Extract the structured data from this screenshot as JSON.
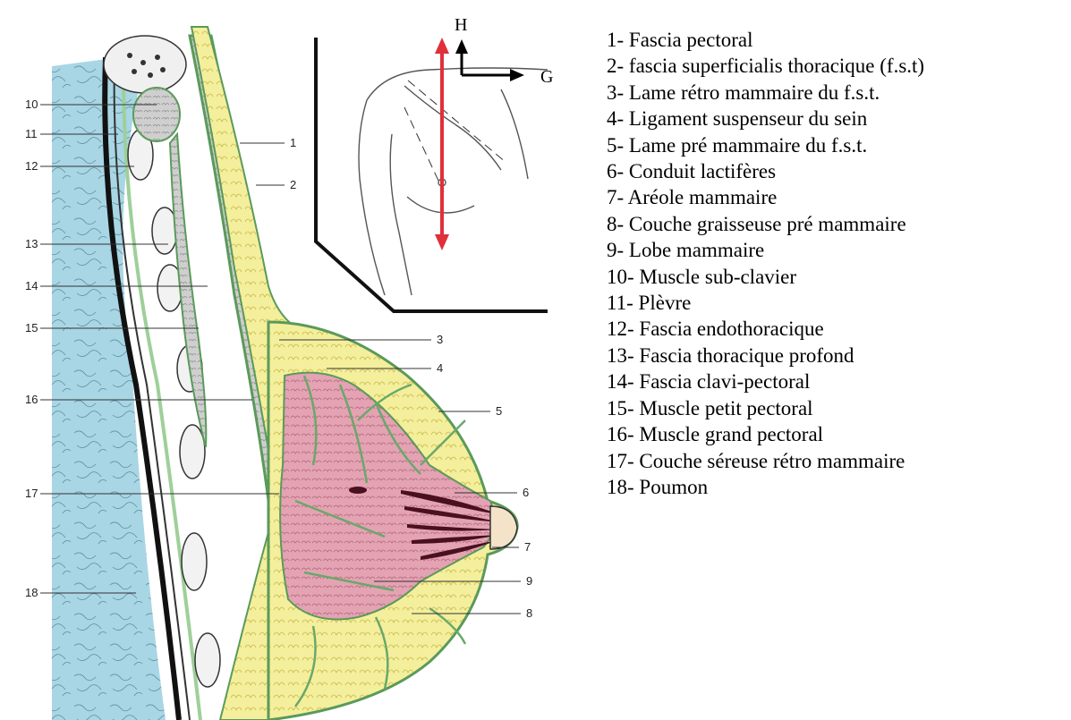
{
  "orientation": {
    "up": "H",
    "left_to_right": "G"
  },
  "numbers": [
    "1",
    "2",
    "3",
    "4",
    "5",
    "6",
    "7",
    "8",
    "9",
    "10",
    "11",
    "12",
    "13",
    "14",
    "15",
    "16",
    "17",
    "18"
  ],
  "legend": [
    "1- Fascia pectoral",
    "2- fascia superficialis thoracique (f.s.t)",
    "3- Lame rétro mammaire du f.s.t.",
    "4- Ligament suspenseur du sein",
    "5- Lame pré mammaire du f.s.t.",
    "6- Conduit lactifères",
    "7- Aréole mammaire",
    "8- Couche graisseuse pré mammaire",
    "9- Lobe mammaire",
    "10- Muscle sub-clavier",
    "11- Plèvre",
    "12- Fascia endothoracique",
    "13- Fascia thoracique profond",
    "14- Fascia clavi-pectoral",
    "15- Muscle petit pectoral",
    "16- Muscle grand pectoral",
    "17- Couche séreuse rétro mammaire",
    "18- Poumon"
  ],
  "colors": {
    "lung": "#a9d6e4",
    "fat": "#f4ef9c",
    "gland": "#e3a3b3",
    "fascia": "#9fcf9a",
    "muscle": "#c6c6c6",
    "arrow": "#e0303a"
  }
}
